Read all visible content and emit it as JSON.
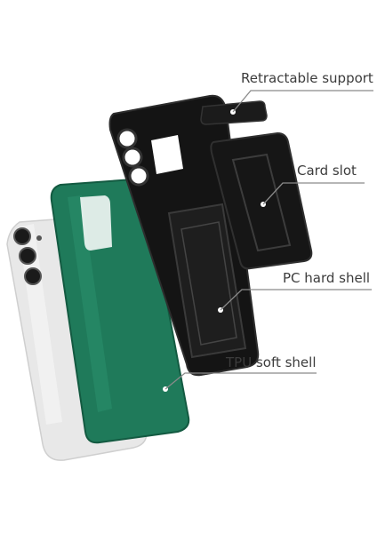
{
  "callouts": {
    "retractable_support": "Retractable support",
    "card_slot": "Card slot",
    "pc_hard_shell": "PC hard shell",
    "tpu_soft_shell": "TPU soft shell"
  },
  "colors": {
    "phone_body": "#e6e6e6",
    "camera": "#1a1a1a",
    "tpu_shell": "#1f7a5a",
    "pc_shell": "#141414",
    "leader_line": "#8a8a8a",
    "label_text": "#3c3c3c"
  }
}
